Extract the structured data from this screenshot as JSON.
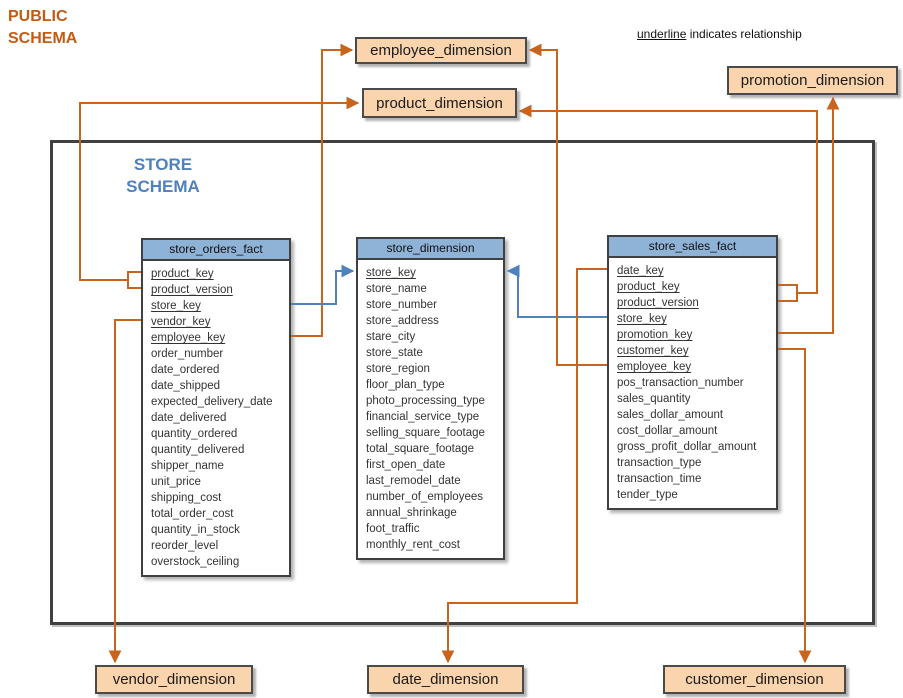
{
  "labels": {
    "public_schema": [
      "PUBLIC",
      "SCHEMA"
    ],
    "store_schema": [
      "STORE",
      "SCHEMA"
    ],
    "note_underlined": "underline",
    "note_rest": " indicates relationship"
  },
  "colors": {
    "orange": "#C8641E",
    "blue": "#4F81BD",
    "dim_fill": "#FAD4AC",
    "header_fill": "#8FB2D7",
    "public_label": "#C55A11",
    "schema_label": "#4F81BD"
  },
  "dimension_boxes": {
    "employee": "employee_dimension",
    "product": "product_dimension",
    "promotion": "promotion_dimension",
    "vendor": "vendor_dimension",
    "date": "date_dimension",
    "customer": "customer_dimension"
  },
  "tables": {
    "store_orders_fact": {
      "title": "store_orders_fact",
      "fields": [
        {
          "label": "product_key",
          "underline": true
        },
        {
          "label": "product_version",
          "underline": true
        },
        {
          "label": "store_key",
          "underline": true
        },
        {
          "label": "vendor_key",
          "underline": true
        },
        {
          "label": "employee_key",
          "underline": true
        },
        {
          "label": "order_number"
        },
        {
          "label": "date_ordered"
        },
        {
          "label": "date_shipped"
        },
        {
          "label": "expected_delivery_date"
        },
        {
          "label": "date_delivered"
        },
        {
          "label": "quantity_ordered"
        },
        {
          "label": "quantity_delivered"
        },
        {
          "label": "shipper_name"
        },
        {
          "label": "unit_price"
        },
        {
          "label": "shipping_cost"
        },
        {
          "label": "total_order_cost"
        },
        {
          "label": "quantity_in_stock"
        },
        {
          "label": "reorder_level"
        },
        {
          "label": "overstock_ceiling"
        }
      ]
    },
    "store_dimension": {
      "title": "store_dimension",
      "fields": [
        {
          "label": "store_key",
          "underline": true
        },
        {
          "label": "store_name"
        },
        {
          "label": "store_number"
        },
        {
          "label": "store_address"
        },
        {
          "label": "stare_city"
        },
        {
          "label": "store_state"
        },
        {
          "label": "store_region"
        },
        {
          "label": "floor_plan_type"
        },
        {
          "label": "photo_processing_type"
        },
        {
          "label": "financial_service_type"
        },
        {
          "label": "selling_square_footage"
        },
        {
          "label": "total_square_footage"
        },
        {
          "label": "first_open_date"
        },
        {
          "label": "last_remodel_date"
        },
        {
          "label": "number_of_employees"
        },
        {
          "label": "annual_shrinkage"
        },
        {
          "label": "foot_traffic"
        },
        {
          "label": "monthly_rent_cost"
        }
      ]
    },
    "store_sales_fact": {
      "title": "store_sales_fact",
      "fields": [
        {
          "label": "date_key",
          "underline": true
        },
        {
          "label": "product_key",
          "underline": true
        },
        {
          "label": "product_version",
          "underline": true
        },
        {
          "label": "store_key",
          "underline": true
        },
        {
          "label": "promotion_key",
          "underline": true
        },
        {
          "label": "customer_key",
          "underline": true
        },
        {
          "label": "employee_key",
          "underline": true
        },
        {
          "label": "pos_transaction_number"
        },
        {
          "label": "sales_quantity"
        },
        {
          "label": "sales_dollar_amount"
        },
        {
          "label": "cost_dollar_amount"
        },
        {
          "label": "gross_profit_dollar_amount"
        },
        {
          "label": "transaction_type"
        },
        {
          "label": "transaction_time"
        },
        {
          "label": "tender_type"
        }
      ]
    }
  }
}
